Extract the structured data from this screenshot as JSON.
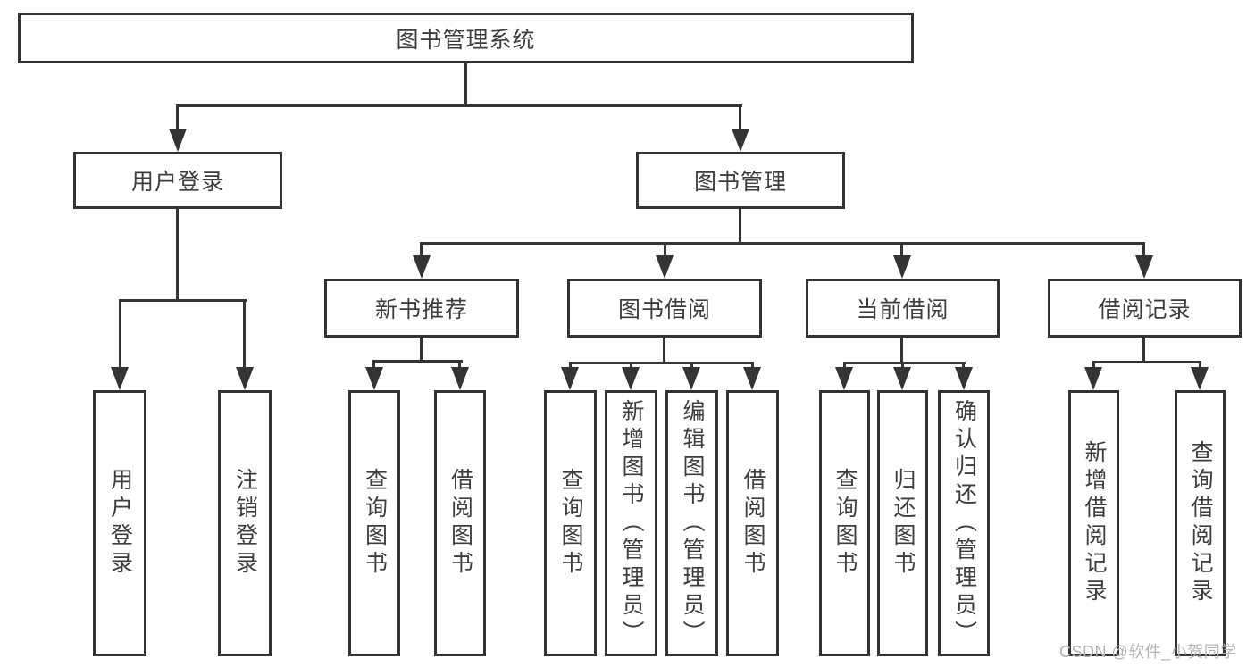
{
  "diagram": {
    "title_node": "图书管理系统",
    "root": {
      "label": "图书管理系统"
    },
    "branches": [
      {
        "label": "用户登录",
        "children": [
          {
            "label": "用户登录"
          },
          {
            "label": "注销登录"
          }
        ]
      },
      {
        "label": "图书管理",
        "children": [
          {
            "label": "新书推荐",
            "children": [
              {
                "label": "查询图书"
              },
              {
                "label": "借阅图书"
              }
            ]
          },
          {
            "label": "图书借阅",
            "children": [
              {
                "label": "查询图书"
              },
              {
                "label": "新增图书（管理员）"
              },
              {
                "label": "编辑图书（管理员）"
              },
              {
                "label": "借阅图书"
              }
            ]
          },
          {
            "label": "当前借阅",
            "children": [
              {
                "label": "查询图书"
              },
              {
                "label": "归还图书"
              },
              {
                "label": "确认归还（管理员）"
              }
            ]
          },
          {
            "label": "借阅记录",
            "children": [
              {
                "label": "新增借阅记录"
              },
              {
                "label": "查询借阅记录"
              }
            ]
          }
        ]
      }
    ],
    "colors": {
      "line": "#343434",
      "box_border": "#333333",
      "text": "#3d3d3d",
      "watermark": "#b2b4b8",
      "background": "#ffffff"
    }
  },
  "watermark": {
    "text": "CSDN @软件_小贺同学"
  }
}
